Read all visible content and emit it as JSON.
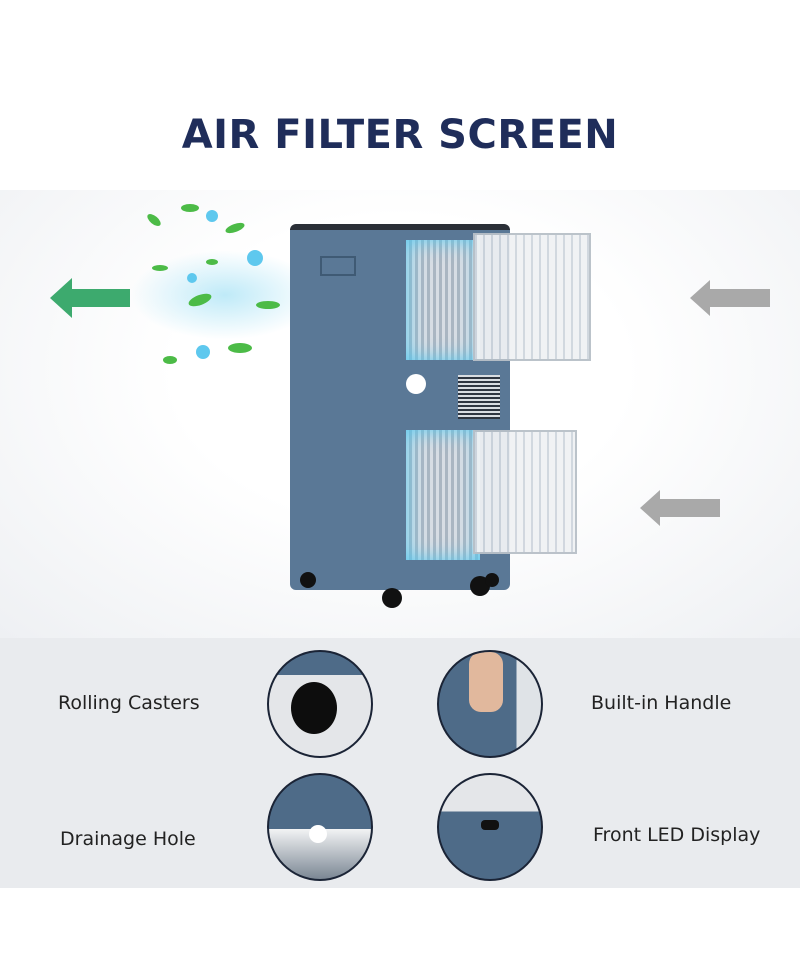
{
  "title": "AIR FILTER SCREEN",
  "features": [
    {
      "label": "Rolling Casters"
    },
    {
      "label": "Built-in Handle"
    },
    {
      "label": "Drainage Hole"
    },
    {
      "label": "Front LED Display"
    }
  ],
  "colors": {
    "title": "#1f2d5a",
    "device": "#5a7896",
    "outflow_arrow": "#3daa6e",
    "inflow_arrow": "#a9a9a9",
    "panel": "#e9ebee"
  }
}
